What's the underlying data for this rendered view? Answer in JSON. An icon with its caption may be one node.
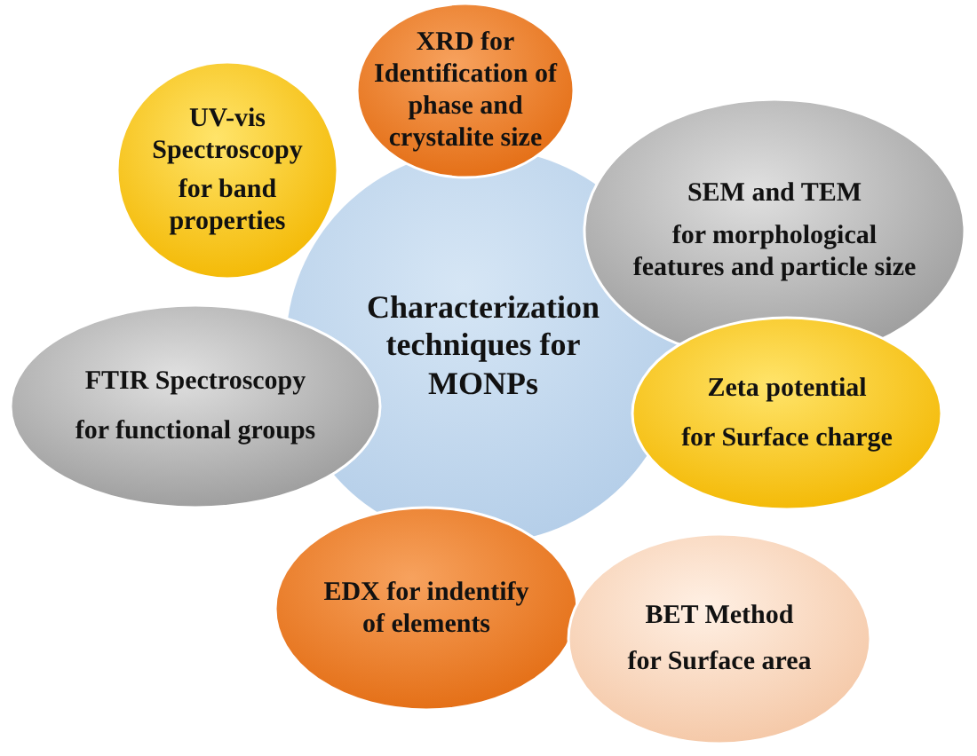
{
  "diagram": {
    "nodes": [
      {
        "text": [
          "Characterization techniques for MONPs"
        ]
      },
      {
        "text": [
          "UV-vis Spectroscopy",
          "for band properties"
        ]
      },
      {
        "text": [
          "XRD for Identification of phase and crystalite size"
        ]
      },
      {
        "text": [
          "SEM and TEM",
          "for morphological features and particle size"
        ]
      },
      {
        "text": [
          "FTIR Spectroscopy",
          "for functional groups"
        ]
      },
      {
        "text": [
          "Zeta potential",
          "for  Surface charge"
        ]
      },
      {
        "text": [
          "EDX for indentify of elements"
        ]
      },
      {
        "text": [
          "BET Method",
          "for Surface area"
        ]
      }
    ]
  }
}
